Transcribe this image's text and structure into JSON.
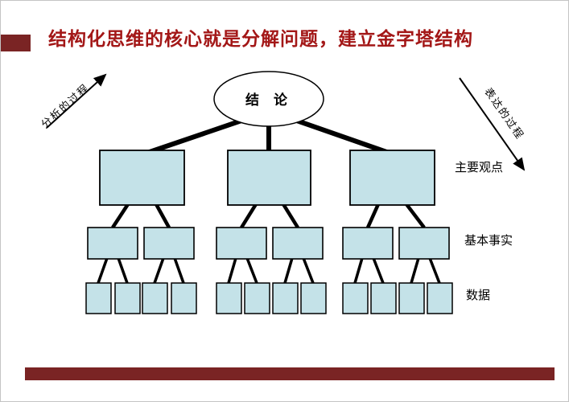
{
  "slide": {
    "title": "结构化思维的核心就是分解问题，建立金字塔结构",
    "title_color": "#A31717",
    "accent_color": "#7A2424"
  },
  "diagram": {
    "conclusion_label": "结 论",
    "left_arrow_label": "分析的过程",
    "right_arrow_label": "表达的过程",
    "level_labels": [
      "主要观点",
      "基本事实",
      "数据"
    ],
    "box_fill": "#C4E2E8",
    "box_border": "#000000",
    "structure": {
      "main_point_boxes": 3,
      "basic_fact_boxes": 6,
      "data_boxes": 12
    }
  }
}
